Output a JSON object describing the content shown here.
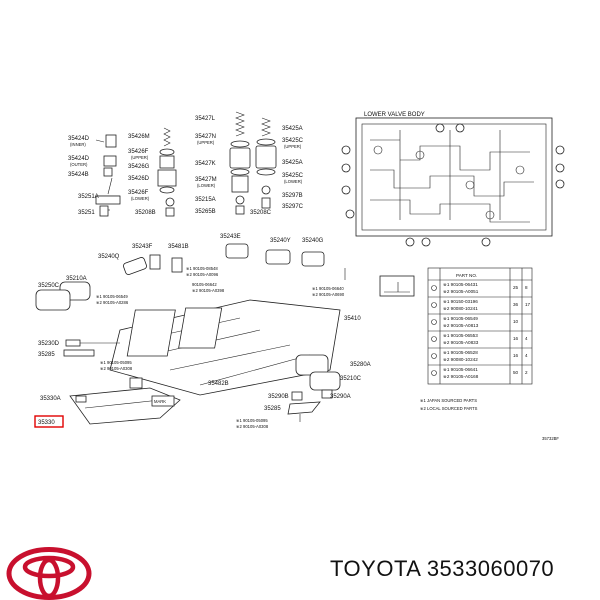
{
  "labels": {
    "l35424d_u": "35424D",
    "l35424d_u_sub": "(INNER)",
    "l35424d_l": "35424D",
    "l35424d_l_sub": "(OUTER)",
    "l35424b": "35424B",
    "l35426m": "35426M",
    "l35426f": "35426F",
    "l35426f_sub": "(UPPER)",
    "l35426g": "35426G",
    "l35426d": "35426D",
    "l35426f2": "35426F",
    "l35426f2_sub": "(LOWER)",
    "l35251a": "35251A",
    "l35251": "35251",
    "l35427l": "35427L",
    "l35427n": "35427N",
    "l35427n_sub": "(UPPER)",
    "l35427k": "35427K",
    "l35427m": "35427M",
    "l35427m_sub": "(LOWER)",
    "l35215a": "35215A",
    "l35265b": "35265B",
    "l35208b": "35208B",
    "l35208c": "35208C",
    "l35425a": "35425A",
    "l35425c_u": "35425C",
    "l35425c_u_sub": "(UPPER)",
    "l35425a2": "35425A",
    "l35425c_l": "35425C",
    "l35425c_l_sub": "(LOWER)",
    "l35297b": "35297B",
    "l35297c": "35297C",
    "lower_valve_body": "LOWER VALVE BODY",
    "l35240q": "35240Q",
    "l35243f": "35243F",
    "l35481b": "35481B",
    "l35243e": "35243E",
    "l35240y": "35240Y",
    "l35240g": "35240G",
    "l35210a": "35210A",
    "l35250c": "35250C",
    "l35230d": "35230D",
    "l35285": "35285",
    "l35330a": "35330A",
    "l35330": "35330",
    "l35410": "35410",
    "l35482b": "35482B",
    "l35280a": "35280A",
    "l35210c": "35210C",
    "l35290b": "35290B",
    "l35285b": "35285",
    "l35290a": "35290A",
    "bolt1": "※1 90105-06549",
    "bolt1b": "※2 90105-A0286",
    "bolt2": "※1 90105-08548",
    "bolt2b": "※2 90105-A0096",
    "bolt3": "90105-06642",
    "bolt3b": "※2 90105-A0398",
    "bolt4": "※1 90105-06549",
    "bolt4b": "※2 90105-A0286",
    "bolt5": "※1 90105-05095",
    "bolt5b": "※2 90105-A0308",
    "bolt6": "※1 90105-06640",
    "bolt6b": "※2 90105-A0690",
    "bolt7": "※1 90105-05095",
    "bolt7b": "※2 90105-A0308",
    "mark": "MARK",
    "note1": "※1 JAPAN SOURCED PARTS",
    "note2": "※2 LOCAL SOURCED PARTS",
    "fig_code": "35732BF"
  },
  "table": {
    "header": "PART NO.",
    "rows": [
      {
        "part1": "※1 90105-06431",
        "part2": "※2 90105-A0051",
        "len": "25",
        "qty": "8"
      },
      {
        "part1": "※1 90150-03196",
        "part2": "※2 90080-10241",
        "len": "36",
        "qty": "17"
      },
      {
        "part1": "※1 90105-06549",
        "part2": "※2 90105-A0813",
        "len": "10",
        "qty": ""
      },
      {
        "part1": "※1 90105-06553",
        "part2": "※2 90105-A0833",
        "len": "16",
        "qty": "4"
      },
      {
        "part1": "※1 90105-06528",
        "part2": "※2 90080-10242",
        "len": "16",
        "qty": "4"
      },
      {
        "part1": "※1 90105-06641",
        "part2": "※2 90105-A0168",
        "len": "50",
        "qty": "2"
      }
    ]
  },
  "caption": "TOYOTA 3533060070",
  "colors": {
    "highlight": "#e00000",
    "logo": "#c8102e",
    "ink": "#222222"
  }
}
